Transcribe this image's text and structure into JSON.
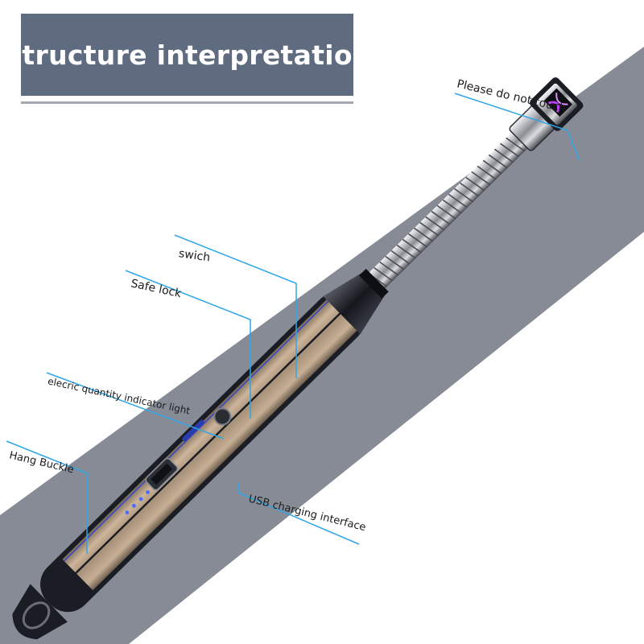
{
  "title": "Structure interpretation",
  "labels": {
    "do_not_touch": "Please do not touch",
    "switch": "swich",
    "safe_lock": "Safe lock",
    "indicator": "elecric quantity indicator light",
    "hang_buckle": "Hang Buckle",
    "usb": "USB charging interface"
  },
  "colors": {
    "title_bg": "#5f6b7f",
    "band": "#868b96",
    "callout_line": "#2ea6e8",
    "body_gold": "#b29c82",
    "body_dark": "#1b1d24",
    "indicator_led": "#4a6cff",
    "arc_purple": "#c040ff"
  }
}
